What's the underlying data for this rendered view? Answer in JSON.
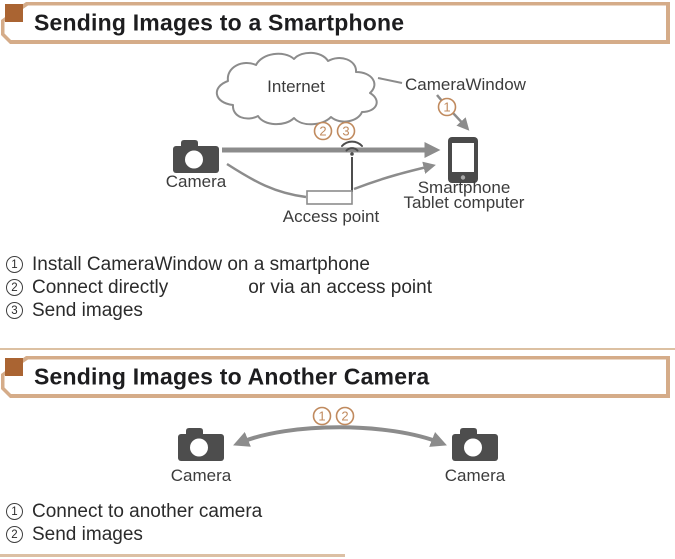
{
  "sections": [
    {
      "title": "Sending Images to a Smartphone",
      "diagram": {
        "internet": "Internet",
        "camerawindow": "CameraWindow",
        "marker_install": "1",
        "marker_connect": "2",
        "marker_send": "3",
        "camera": "Camera",
        "access_point": "Access point",
        "device_line1": "Smartphone",
        "device_line2": "Tablet computer"
      },
      "steps": [
        {
          "num": "1",
          "text": "Install CameraWindow on a smartphone"
        },
        {
          "num": "2",
          "text": "Connect directly",
          "text2": "or via an access point"
        },
        {
          "num": "3",
          "text": "Send images"
        }
      ]
    },
    {
      "title": "Sending Images to Another Camera",
      "diagram": {
        "marker_connect": "1",
        "marker_send": "2",
        "camera_left": "Camera",
        "camera_right": "Camera"
      },
      "steps": [
        {
          "num": "1",
          "text": "Connect to another camera"
        },
        {
          "num": "2",
          "text": "Send images"
        }
      ]
    }
  ],
  "colors": {
    "frame_tan": "#d5ac89",
    "corner_brown": "#aa6432",
    "marker_orange": "#c08a5e",
    "diagram_gray": "#8c8c8c",
    "icon_dark": "#4d4d4d",
    "body_text": "#2b2b2b",
    "title_text": "#1d1d1f"
  }
}
